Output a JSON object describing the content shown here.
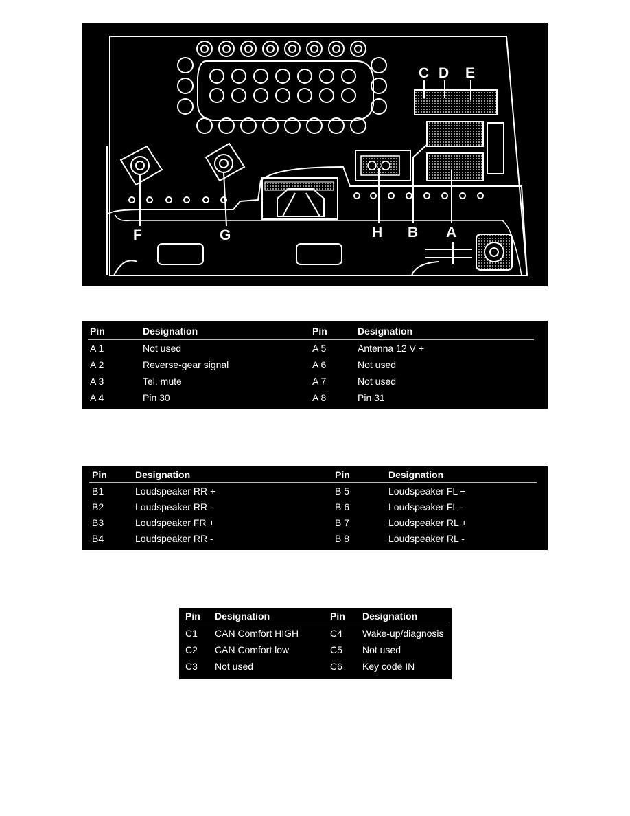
{
  "figure": {
    "callouts": {
      "c": "C",
      "d": "D",
      "e": "E",
      "f": "F",
      "g": "G",
      "h": "H",
      "b": "B",
      "a": "A"
    }
  },
  "table_a": {
    "headers": [
      "Pin",
      "Designation",
      "Pin",
      "Designation"
    ],
    "rows": [
      [
        "A 1",
        "Not used",
        "A 5",
        "Antenna 12 V +"
      ],
      [
        "A 2",
        "Reverse-gear signal",
        "A 6",
        "Not used"
      ],
      [
        "A 3",
        "Tel. mute",
        "A 7",
        "Not used"
      ],
      [
        "A 4",
        "Pin 30",
        "A 8",
        "Pin 31"
      ]
    ]
  },
  "table_b": {
    "headers": [
      "Pin",
      "Designation",
      "Pin",
      "Designation"
    ],
    "rows": [
      [
        "B1",
        "Loudspeaker RR +",
        "B 5",
        "Loudspeaker FL +"
      ],
      [
        "B2",
        "Loudspeaker RR -",
        "B 6",
        "Loudspeaker FL -"
      ],
      [
        "B3",
        "Loudspeaker FR +",
        "B 7",
        "Loudspeaker RL +"
      ],
      [
        "B4",
        "Loudspeaker RR -",
        "B 8",
        "Loudspeaker RL -"
      ]
    ]
  },
  "table_c": {
    "headers": [
      "Pin",
      "Designation",
      "Pin",
      "Designation"
    ],
    "rows": [
      [
        "C1",
        "CAN Comfort HIGH",
        "C4",
        "Wake-up/diagnosis"
      ],
      [
        "C2",
        "CAN Comfort low",
        "C5",
        "Not used"
      ],
      [
        "C3",
        "Not used",
        "C6",
        "Key code IN"
      ]
    ]
  }
}
